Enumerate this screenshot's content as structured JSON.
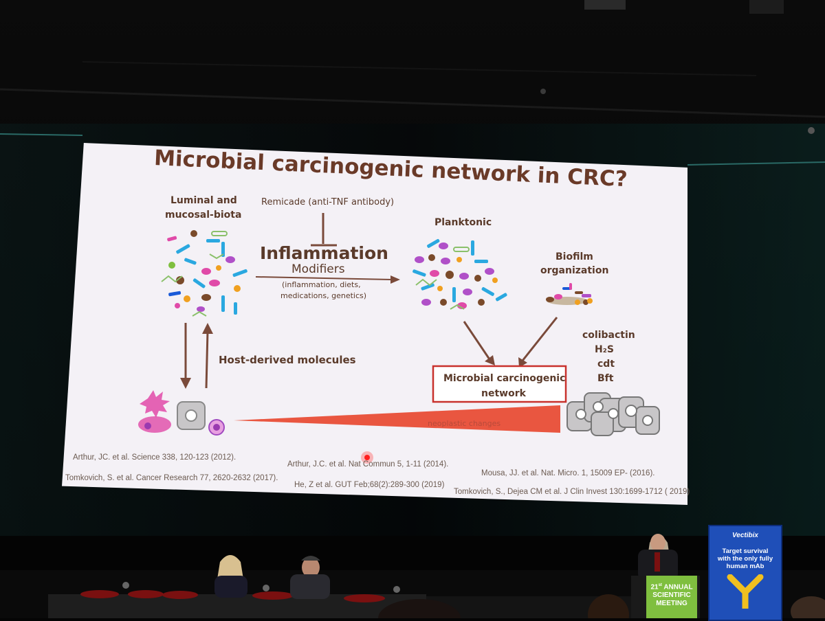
{
  "slide": {
    "title": "Microbial carcinogenic network in CRC?",
    "luminal_label_line1": "Luminal and",
    "luminal_label_line2": "mucosal-biota",
    "remicade_label": "Remicade (anti-TNF antibody)",
    "inflammation_label": "Inflammation",
    "modifiers_label": "Modifiers",
    "modifiers_detail_line1": "(inflammation, diets,",
    "modifiers_detail_line2": "medications, genetics)",
    "planktonic_label": "Planktonic",
    "biofilm_label_line1": "Biofilm",
    "biofilm_label_line2": "organization",
    "host_molecules_label": "Host-derived molecules",
    "toxins": [
      "colibactin",
      "H₂S",
      "cdt",
      "Bft"
    ],
    "network_box_line1": "Microbial carcinogenic",
    "network_box_line2": "network",
    "neoplastic_label": "neoplastic changes",
    "references": [
      "Arthur, JC. et al. Science 338, 120-123 (2012).",
      "Tomkovich, S. et al. Cancer Research 77, 2620-2632 (2017).",
      "Arthur, J.C. et al. Nat Commun 5, 1-11 (2014).",
      "He, Z  et al. GUT Feb;68(2):289-300 (2019)",
      "Mousa, JJ. et al. Nat. Micro. 1, 15009 EP- (2016).",
      "Tomkovich, S., Dejea CM et al. J Clin Invest 130:1699-1712 ( 2019)"
    ]
  },
  "podium_sign": {
    "line1": "21",
    "line1_sup": "st",
    "line1_rest": " ANNUAL",
    "line2": "SCIENTIFIC",
    "line3": "MEETING"
  },
  "banner": {
    "brand": "Vectibix",
    "text_line1": "Target survival",
    "text_line2": "with the only fully",
    "text_line3": "human mAb"
  },
  "colors": {
    "slide_bg": "#f4f1f6",
    "title_color": "#6a3a28",
    "arrow_color": "#7a4a3a",
    "box_border": "#c8312c",
    "wedge_color": "#e8452c",
    "podium_green": "#7fbf3f",
    "banner_blue": "#1f4fb8"
  }
}
